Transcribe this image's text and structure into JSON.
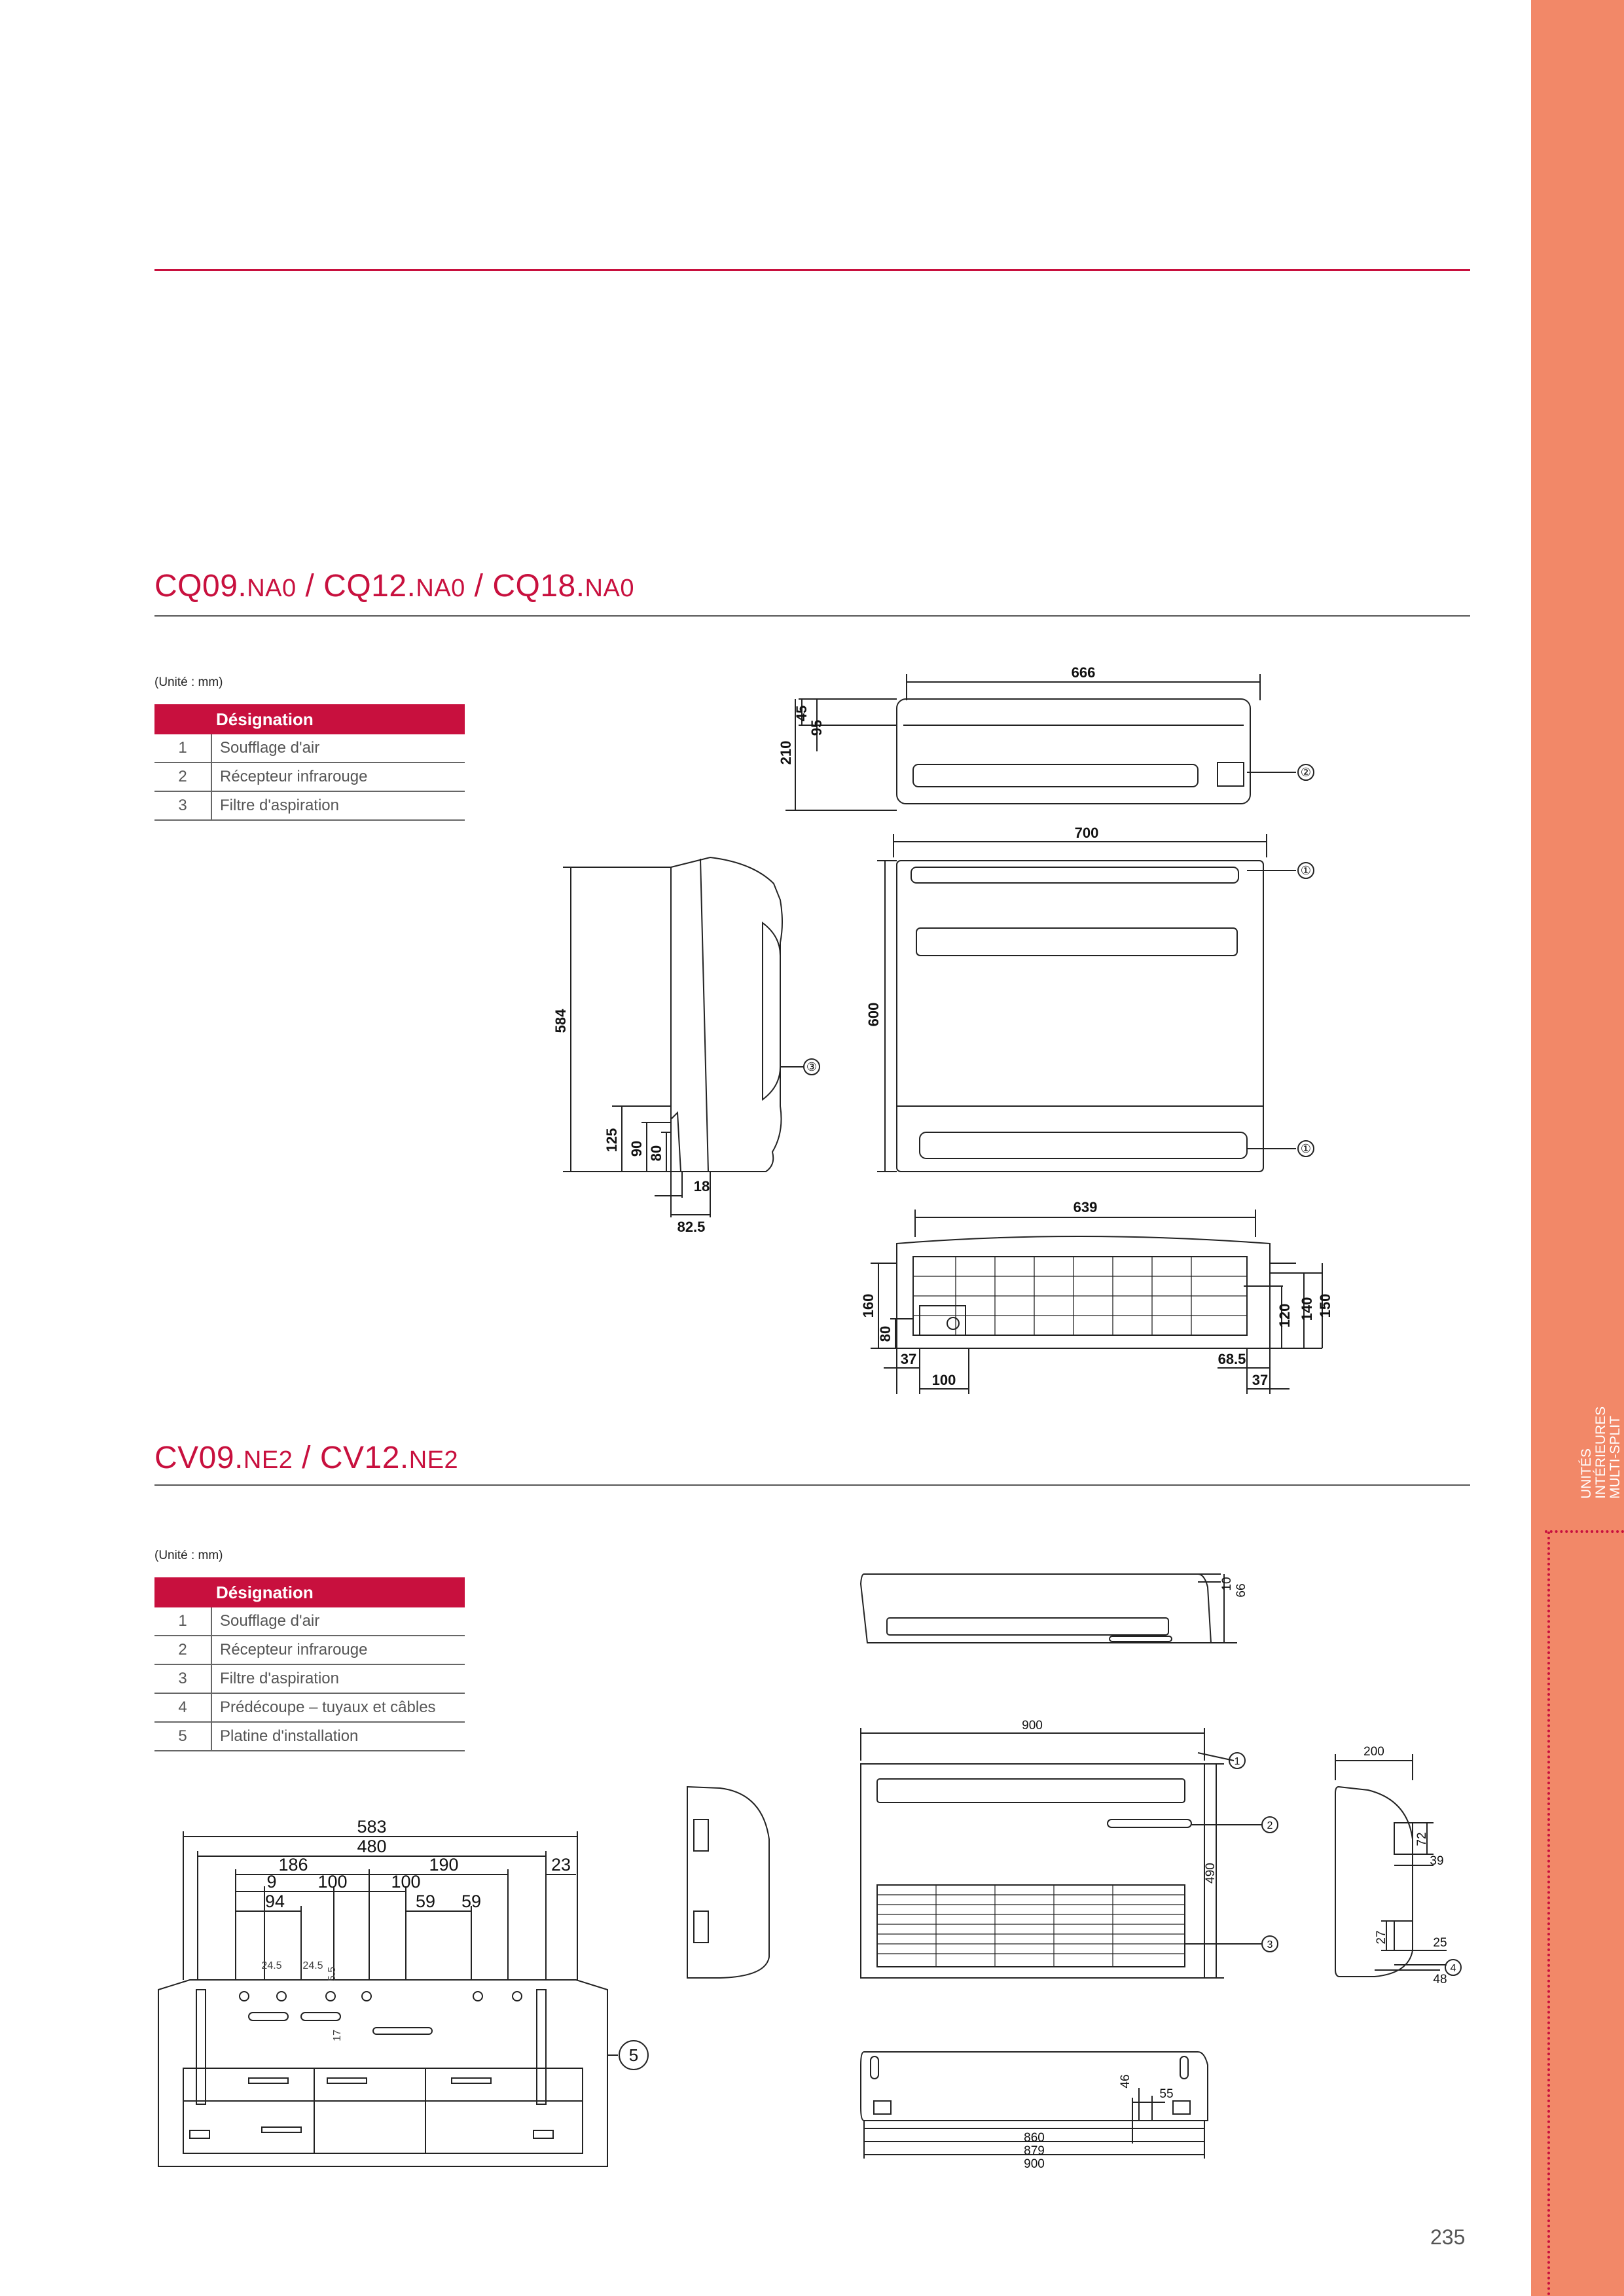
{
  "section1": {
    "title_main": "CQ09.NA0 / CQ12.NA0 / CQ18.NA0",
    "t1": "CQ09.",
    "t1s": "NA0",
    "t2": " / CQ12.",
    "t2s": "NA0",
    "t3": " / CQ18.",
    "t3s": "NA0",
    "unit_label": "(Unité : mm)",
    "table_header": "Désignation",
    "rows": [
      {
        "num": "1",
        "label": "Soufflage d'air"
      },
      {
        "num": "2",
        "label": "Récepteur infrarouge"
      },
      {
        "num": "3",
        "label": "Filtre d'aspiration"
      }
    ],
    "drawing": {
      "top_width": "666",
      "dim_45": "45",
      "dim_95": "95",
      "dim_210": "210",
      "front_width": "700",
      "front_height": "600",
      "side_height": "584",
      "dim_125": "125",
      "dim_90": "90",
      "dim_80": "80",
      "dim_18": "18",
      "dim_82_5": "82.5",
      "bottom_width": "639",
      "dim_160": "160",
      "dim_80b": "80",
      "dim_37a": "37",
      "dim_100": "100",
      "dim_68_5": "68.5",
      "dim_37b": "37",
      "dim_120": "120",
      "dim_140": "140",
      "dim_150": "150",
      "callouts": [
        "①",
        "②",
        "③"
      ]
    }
  },
  "section2": {
    "t1": "CV09.",
    "t1s": "NE2",
    "t2": " / CV12.",
    "t2s": "NE2",
    "unit_label": "(Unité : mm)",
    "table_header": "Désignation",
    "rows": [
      {
        "num": "1",
        "label": "Soufflage d'air"
      },
      {
        "num": "2",
        "label": "Récepteur infrarouge"
      },
      {
        "num": "3",
        "label": "Filtre d'aspiration"
      },
      {
        "num": "4",
        "label": "Prédécoupe – tuyaux et câbles"
      },
      {
        "num": "5",
        "label": "Platine d'installation"
      }
    ],
    "drawing": {
      "plate_583": "583",
      "plate_480": "480",
      "plate_186": "186",
      "plate_190": "190",
      "plate_23": "23",
      "plate_9": "9",
      "plate_100a": "100",
      "plate_100b": "100",
      "plate_94": "94",
      "plate_59a": "59",
      "plate_59b": "59",
      "plate_24_5a": "24.5",
      "plate_24_5b": "24.5",
      "plate_5_5": "5.5",
      "plate_17": "17",
      "plate_callout": "5",
      "top_10": "10",
      "top_66": "66",
      "front_900": "900",
      "front_490": "490",
      "side_200": "200",
      "side_72": "72",
      "side_39": "39",
      "side_27": "27",
      "side_25": "25",
      "side_48": "48",
      "bottom_46": "46",
      "bottom_55": "55",
      "bottom_860": "860",
      "bottom_879": "879",
      "bottom_900": "900",
      "callouts": [
        "1",
        "2",
        "3",
        "4"
      ]
    }
  },
  "sidebar": {
    "line1": "UNITÉS",
    "line2": "INTÉRIEURES",
    "line3": "MULTI-SPLIT"
  },
  "page_number": "235"
}
